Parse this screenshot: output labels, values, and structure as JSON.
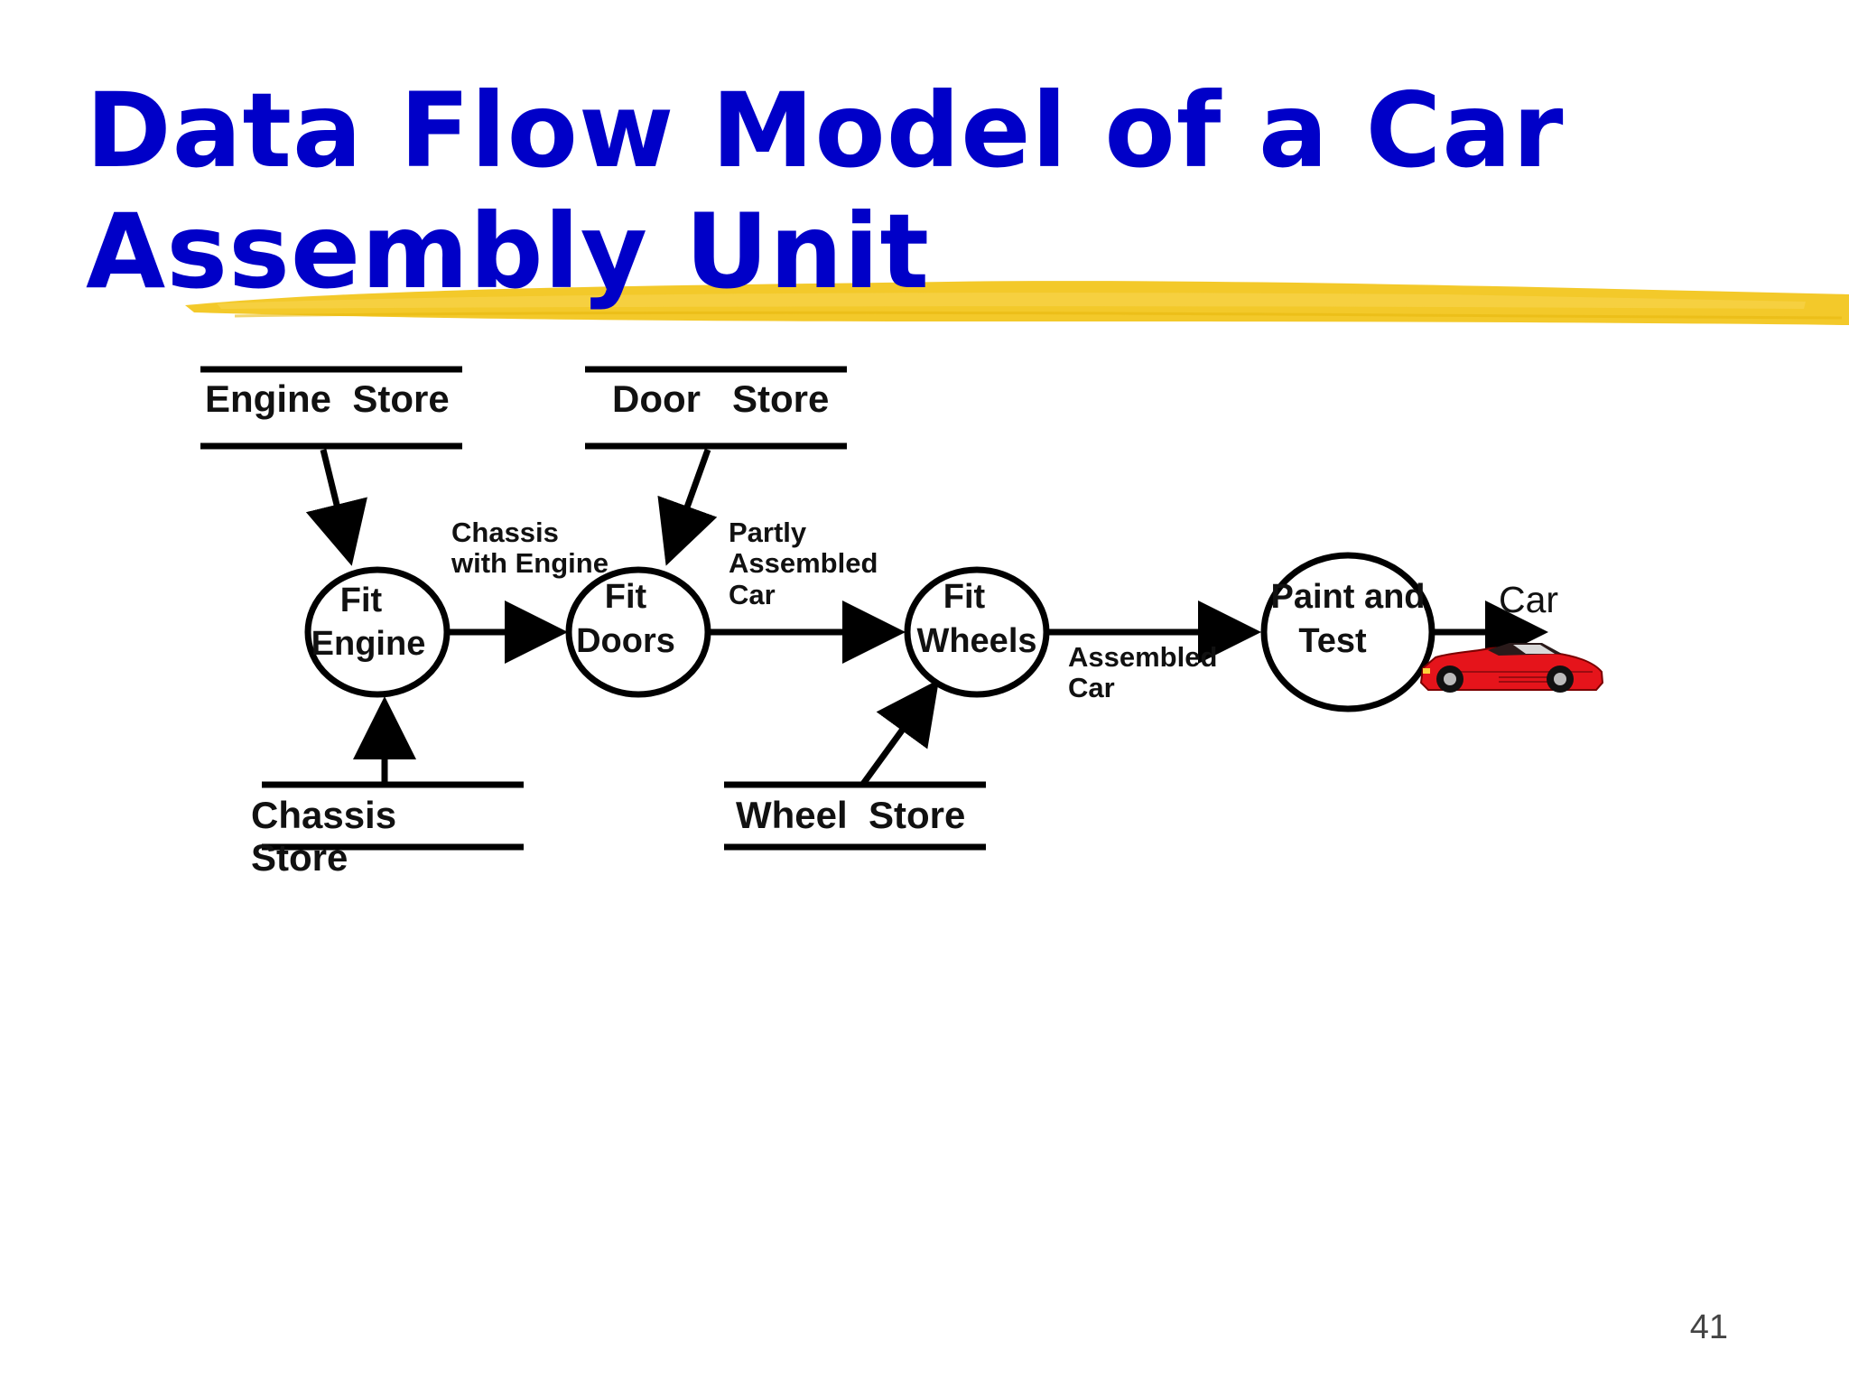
{
  "slide": {
    "title_line1": "Data Flow Model of a Car",
    "title_line2": "Assembly Unit",
    "page_number": "41"
  },
  "colors": {
    "title": "#0000c8",
    "highlight": "#f2c418",
    "car": "#e5141b"
  },
  "stores": {
    "engine": "Engine  Store",
    "door": "Door   Store",
    "chassis_line1": "Chassis",
    "chassis_line2": "Store",
    "wheel": "Wheel  Store"
  },
  "processes": {
    "fit_engine": [
      "Fit",
      "Engine"
    ],
    "fit_doors": [
      "Fit",
      "Doors"
    ],
    "fit_wheels": [
      "Fit",
      "Wheels"
    ],
    "paint_test": [
      "Paint and",
      "Test"
    ]
  },
  "flows": {
    "chassis_engine": [
      "Chassis",
      "with Engine"
    ],
    "partly_assembled": [
      "Partly",
      "Assembled",
      "Car"
    ],
    "assembled": [
      "Assembled",
      "Car"
    ],
    "output": "Car"
  },
  "icons": {
    "car": "red-sports-car-icon"
  }
}
